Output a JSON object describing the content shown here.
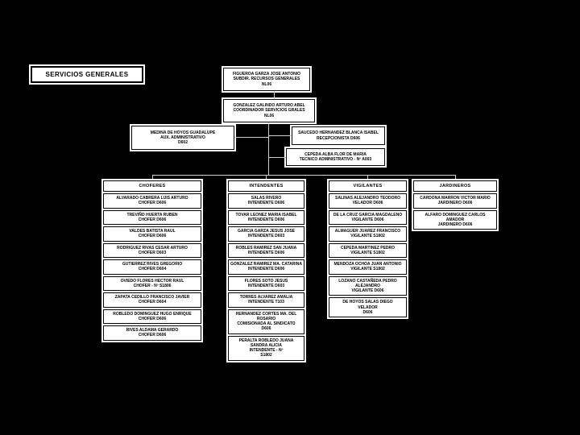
{
  "page": {
    "background_color": "#000000",
    "box_fill_color": "#ffffff",
    "box_border_color": "#000000",
    "connector_color": "#cfcfcf",
    "title": "SERVICIOS GENERALES"
  },
  "top_nodes": {
    "subdirector": {
      "name": "FIGUEROA GARZA JOSE ANTONIO",
      "role": "SUBDIR. RECURSOS GENERALES",
      "code": "NL06"
    },
    "coordinador": {
      "name": "GONZALEZ GALINDO ARTURO ABEL",
      "role": "COORDINADOR SERVICIOS GRALES",
      "code": "NL06"
    },
    "aux_administrativo": {
      "name": "MEDINA DE HOYOS GUADALUPE",
      "role": "AUX. ADMINISTRATIVO",
      "code": "D602"
    },
    "recepcionista": {
      "name": "SAUCEDO HERNANDEZ BLANCA ISABEL",
      "role": "RECEPCIONISTA D606"
    },
    "tecnico": {
      "name": "CEPEDA ALBA FLOR DE MARIA",
      "role": "TECNICO ADMINISTRATIVO - Nº A003"
    }
  },
  "columns": [
    {
      "header": "CHOFERES",
      "members": [
        {
          "name": "ALVARADO CABRERA LUIS ARTURO",
          "role": "CHOFER D606"
        },
        {
          "name": "TREVIÑO HUERTA RUBEN",
          "role": "CHOFER D606"
        },
        {
          "name": "VALDES BATISTA RAUL",
          "role": "CHOFER D606"
        },
        {
          "name": "RODRIGUEZ RIVAS CESAR ARTURO",
          "role": "CHOFER D603"
        },
        {
          "name": "GUTIERREZ RIVES GREGORIO",
          "role": "CHOFER D604"
        },
        {
          "name": "OVIEDO FLORES HECTOR RAUL",
          "role": "CHOFER - Nº S1806"
        },
        {
          "name": "ZAPATA CEDILLO FRANCISCO JAVIER",
          "role": "CHOFER D604"
        },
        {
          "name": "ROBLEDO DOMINGUEZ HUGO ENRIQUE",
          "role": "CHOFER D606"
        },
        {
          "name": "RIVES ALDAMA GERARDO",
          "role": "CHOFER D606"
        }
      ]
    },
    {
      "header": "INTENDENTES",
      "members": [
        {
          "name": "SALAS RIVERO",
          "role": "INTENDENTE D606"
        },
        {
          "name": "TOVAR LEONEZ MARIA ISABEL",
          "role": "INTENDENTE D606"
        },
        {
          "name": "GARCIA GARZA JESUS JOSE",
          "role": "INTENDENTE D603"
        },
        {
          "name": "ROBLES RAMIREZ SAN JUANA",
          "role": "INTENDENTE D606"
        },
        {
          "name": "GONZALEZ RAMIREZ MA. CATARINA",
          "role": "INTENDENTE D606"
        },
        {
          "name": "FLORES SOTO JESUS",
          "role": "INTENDENTE D603"
        },
        {
          "name": "TORRES ALVAREZ AMALIA",
          "role": "INTENDENTE T103"
        },
        {
          "name": "HERNANDEZ CORTES MA. DEL ROSARIO",
          "role": "COMISIONADA AL SINDICATO\nD606"
        },
        {
          "name": "PERALTA ROBLEDO JUANA SANDRA ALICIA",
          "role": "INTENDENTE - Nº\nS1802"
        }
      ]
    },
    {
      "header": "VIGILANTES",
      "members": [
        {
          "name": "SALINAS ALEJANDRO TEODORO",
          "role": "VELADOR D606"
        },
        {
          "name": "DE LA CRUZ GARCIA MAGDALENO",
          "role": "VIGILANTE D606"
        },
        {
          "name": "ALMAGUER JUAREZ FRANCISCO",
          "role": "VIGILANTE S1802"
        },
        {
          "name": "CEPEDA MARTINEZ PEDRO",
          "role": "VIGILANTE S1802"
        },
        {
          "name": "MENDOZA OCHOA JUAN ANTONIO",
          "role": "VIGILANTE S1802"
        },
        {
          "name": "LOZANO CASTAÑEDA PEDRO ALEJANDRO",
          "role": "VIGILANTE D606"
        },
        {
          "name": "DE HOYOS SALAS DIEGO",
          "role": "VELADOR\nD606"
        }
      ]
    },
    {
      "header": "JARDINEROS",
      "members": [
        {
          "name": "CARDONA MARRON VICTOR MARIO",
          "role": "JARDINERO D606"
        },
        {
          "name": "ALFARO DOMINGUEZ CARLOS AMADOR",
          "role": "JARDINERO D606"
        }
      ]
    }
  ]
}
